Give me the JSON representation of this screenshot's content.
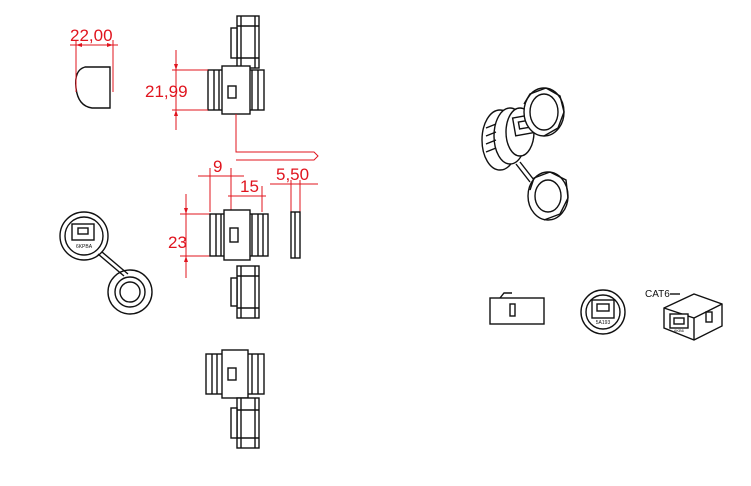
{
  "dimensions": {
    "cap_diameter": "22,00",
    "thread_height": "21,99",
    "nut_width": "9",
    "body_length": "15",
    "gasket_thickness": "5,50",
    "flange_height": "23"
  },
  "labels": {
    "rj45_face": "6KPBA",
    "rj45_front": "5A193",
    "coupler_product": "CAT6",
    "coupler_face": "6KB6"
  },
  "colors": {
    "dimension_red": "#e0141e",
    "line_black": "#111111",
    "background": "#ffffff"
  }
}
